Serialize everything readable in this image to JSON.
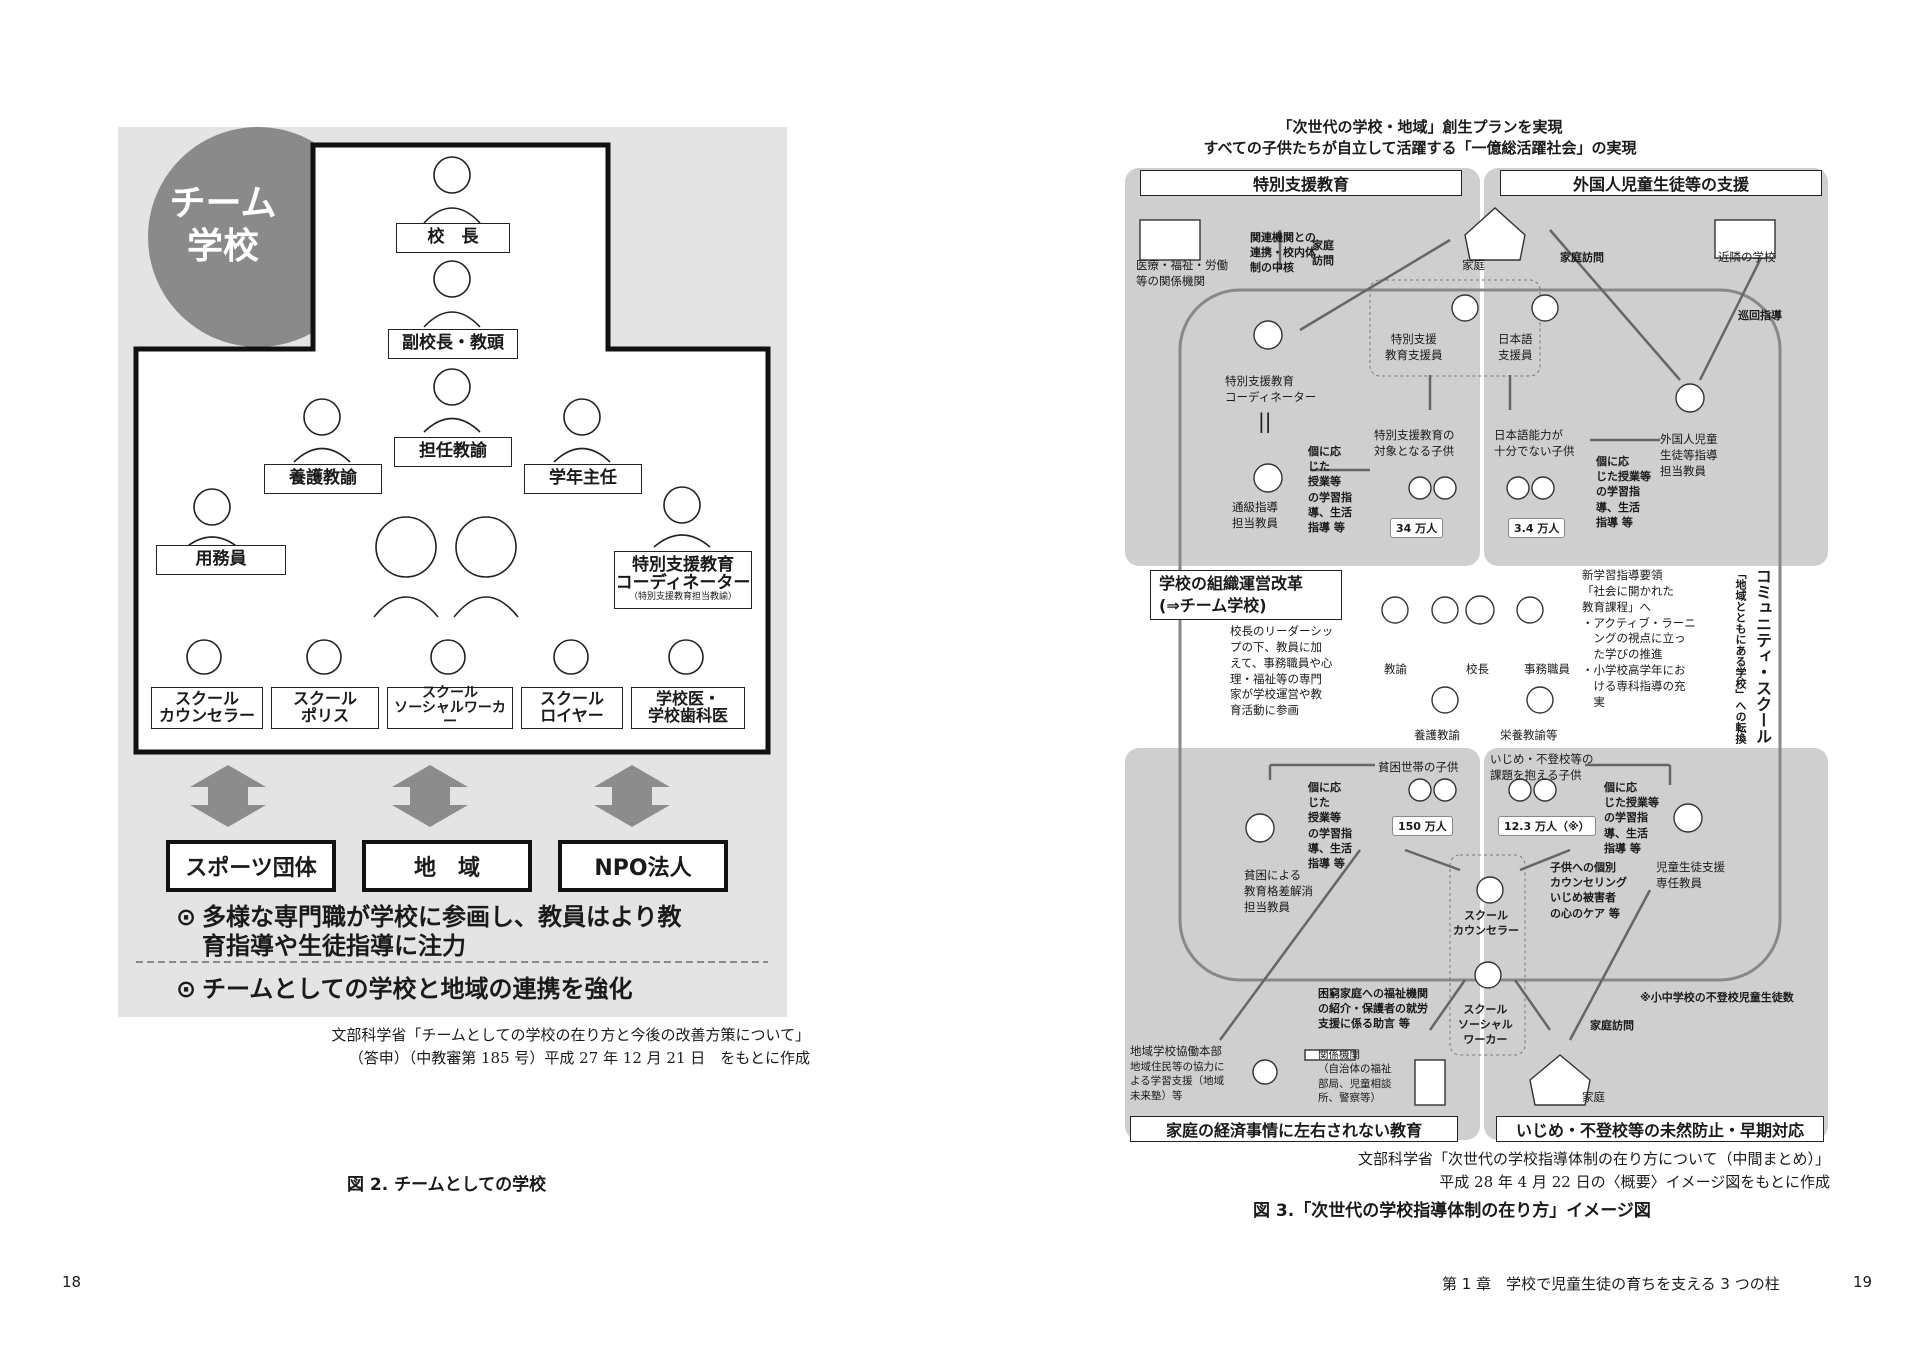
{
  "left_page": {
    "figure": {
      "badge": "チーム\n学校",
      "principal": "校　長",
      "vice_principal": "副校長・教頭",
      "homeroom_teacher": "担任教諭",
      "nurse_teacher": "養護教諭",
      "grade_head": "学年主任",
      "custodian": "用務員",
      "special_coordinator_title": "特別支援教育\nコーディネーター",
      "special_coordinator_sub": "（特別支援教育担当教諭）",
      "specialists": [
        "スクール\nカウンセラー",
        "スクール\nポリス",
        "スクール\nソーシャルワーカー",
        "スクール\nロイヤー",
        "学校医・\n学校歯科医"
      ],
      "partners": [
        "スポーツ団体",
        "地　域",
        "NPO法人"
      ],
      "bullet1": "多様な専門職が学校に参画し、教員はより教\n育指導や生徒指導に注力",
      "bullet2": "チームとしての学校と地域の連携を強化",
      "bullet_mark": "⊙"
    },
    "source": "文部科学省「チームとしての学校の在り方と今後の改善方策について」\n（答申）（中教審第 185 号）平成 27 年 12 月 21 日　をもとに作成",
    "caption": "図 2. チームとしての学校",
    "page_number": "18"
  },
  "right_page": {
    "title_line1": "「次世代の学校・地域」創生プランを実現",
    "title_line2": "すべての子供たちが自立して活躍する「一億総活躍社会」の実現",
    "headers": {
      "tl": "特別支援教育",
      "tr": "外国人児童生徒等の支援",
      "bl": "家庭の経済事情に左右されない教育",
      "br": "いじめ・不登校等の未然防止・早期対応",
      "center": "学校の組織運営改革\n(⇒チーム学校)",
      "vertical_title": "コミュニティ・スクール",
      "vertical_sub": "「地域とともにある学校」への転換"
    },
    "labels": {
      "medical": "医療・福祉・労働\n等の関係機関",
      "liaison": "関連機関との\n連携・校内体\n制の中核",
      "home_visit_tl": "家庭\n訪問",
      "home_top": "家庭",
      "home_visit_tr": "家庭訪問",
      "neighbor_school": "近隣の学校",
      "patrol": "巡回指導",
      "special_support_staff": "特別支援\n教育支援員",
      "japanese_staff": "日本語\n支援員",
      "coordinator": "特別支援教育\nコーディネーター",
      "equal": "||",
      "individual1": "個に応\nじた\n授業等\nの学習指\n導、生活\n指導 等",
      "special_children": "特別支援教育の\n対象となる子供",
      "num_34": "34 万人",
      "japanese_children": "日本語能力が\n十分でない子供",
      "num_34b": "3.4 万人",
      "individual2": "個に応\nじた授業等\nの学習指\n導、生活\n指導 等",
      "foreign_teacher": "外国人児童\n生徒等指導\n担当教員",
      "tsukyu": "通級指導\n担当教員",
      "principal_text": "校長のリーダーシッ\nプの下、教員に加\nえて、事務職員や心\n理・福祉等の専門\n家が学校運営や教\n育活動に参画",
      "teacher": "教諭",
      "principal": "校長",
      "clerk": "事務職員",
      "nurse": "養護教諭",
      "dietitian": "栄養教諭等",
      "curriculum": "新学習指導要領\n「社会に開かれた\n教育課程」へ\n・アクティブ・ラーニ\n　ングの視点に立っ\n　た学びの推進\n・小学校高学年にお\n　ける専科指導の充\n　実",
      "poverty_children": "貧困世帯の子供",
      "num_150": "150 万人",
      "bullying_children": "いじめ・不登校等の\n課題を抱える子供",
      "num_123": "12.3 万人（※）",
      "individual3": "個に応\nじた\n授業等\nの学習指\n導、生活\n指導 等",
      "individual4": "個に応\nじた授業等\nの学習指\n導、生活\n指導 等",
      "poverty_teacher": "貧困による\n教育格差解消\n担当教員",
      "counselor": "スクール\nカウンセラー",
      "counseling": "子供への個別\nカウンセリング\nいじめ被害者\nの心のケア 等",
      "guidance_teacher": "児童生徒支援\n専任教員",
      "welfare_advice": "困窮家庭への福祉機関\nの紹介・保護者の就労\n支援に係る助言 等",
      "ssw": "スクール\nソーシャル\nワーカー",
      "note": "※小中学校の不登校児童生徒数",
      "home_visit_br": "家庭訪問",
      "community_hq": "地域学校協働本部",
      "community_hq_desc": "地域住民等の協力に\nよる学習支援（地域\n未来塾）等",
      "agencies": "関係機関\n（自治体の福祉\n部局、児童相談\n所、警察等）",
      "home_bottom": "家庭"
    },
    "source": "文部科学省「次世代の学校指導体制の在り方について（中間まとめ）」\n平成 28 年 4 月 22 日の〈概要〉イメージ図をもとに作成",
    "caption": "図 3.「次世代の学校指導体制の在り方」イメージ図",
    "running_head": "第 1 章　学校で児童生徒の育ちを支える 3 つの柱",
    "page_number": "19"
  }
}
